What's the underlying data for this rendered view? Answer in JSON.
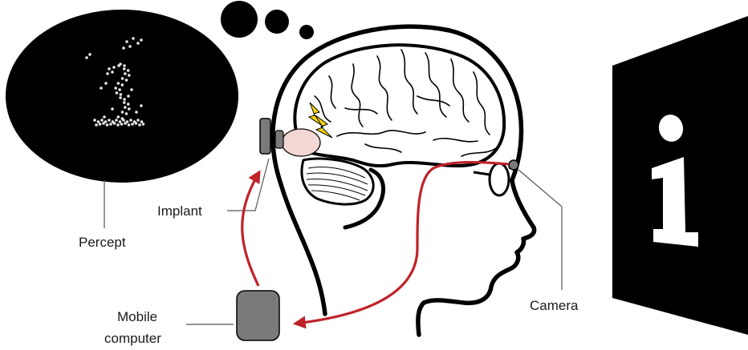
{
  "labels": {
    "implant": "Implant",
    "percept": "Percept",
    "mobile_computer_line1": "Mobile",
    "mobile_computer_line2": "computer",
    "camera": "Camera"
  },
  "icons": {
    "thought_bubble": "thought-bubble",
    "brain": "brain",
    "lightning": "lightning-bolt",
    "glasses": "glasses",
    "info_sign": "info-letter-i"
  },
  "colors": {
    "signal_arrow": "#c0222a",
    "lightning": "#f5d60a",
    "stimulated_region": "#f3d7d5",
    "device_gray": "#7a7a7a",
    "background_black": "#000000",
    "percept_dots": "#e8e8e8"
  }
}
